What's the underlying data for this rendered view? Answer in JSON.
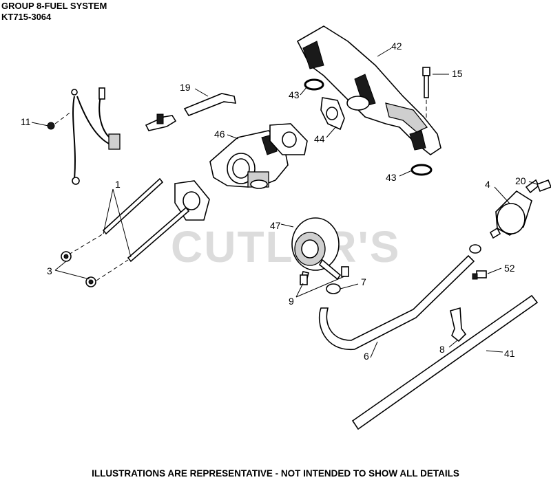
{
  "header": {
    "title": "GROUP 8-FUEL SYSTEM",
    "model": "KT715-3064"
  },
  "watermark": "CUTLER'S",
  "footer": "ILLUSTRATIONS ARE REPRESENTATIVE - NOT INTENDED TO SHOW ALL DETAILS",
  "callouts": {
    "c1": "1",
    "c3": "3",
    "c4": "4",
    "c6": "6",
    "c7": "7",
    "c8": "8",
    "c9": "9",
    "c11": "11",
    "c15": "15",
    "c19": "19",
    "c20": "20",
    "c41": "41",
    "c42": "42",
    "c43a": "43",
    "c43b": "43",
    "c44": "44",
    "c46": "46",
    "c47": "47",
    "c52": "52"
  }
}
